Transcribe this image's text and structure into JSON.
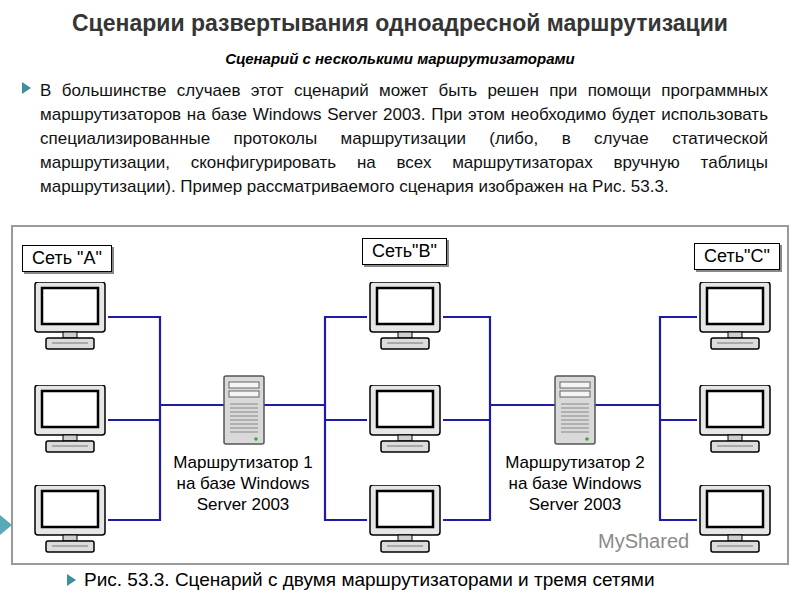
{
  "diagram": {
    "title": "Сценарии развертывания одноадресной маршрутизации",
    "caption": "Рис. 53.3. Сценарий с двумя маршрутизаторами и тремя сетями",
    "nodes": [
      {
        "text": [
          "Сеть \"А\""
        ]
      },
      {
        "text": [
          "Сеть\"В\""
        ]
      },
      {
        "text": [
          "Сеть\"С\""
        ]
      },
      {
        "text": [
          "Маршрутизатор 1 на базе Windows Server 2003"
        ]
      },
      {
        "text": [
          "Маршрутизатор 2 на базе Windows Server 2003"
        ]
      }
    ],
    "labels": [
      "Сценарий с несколькими маршрутизаторами",
      "В большинстве случаев этот сценарий может быть решен при помощи программных маршрутизаторов на базе Windows Server 2003. При этом необходимо будет использовать специализированные протоколы маршрутизации (либо, в случае статической маршрутизации, сконфигурировать на всех маршрутизаторах вручную таблицы маршрутизации). Пример рассматриваемого сценария изображен на Рис. 53.3.",
      "MyShared"
    ]
  }
}
